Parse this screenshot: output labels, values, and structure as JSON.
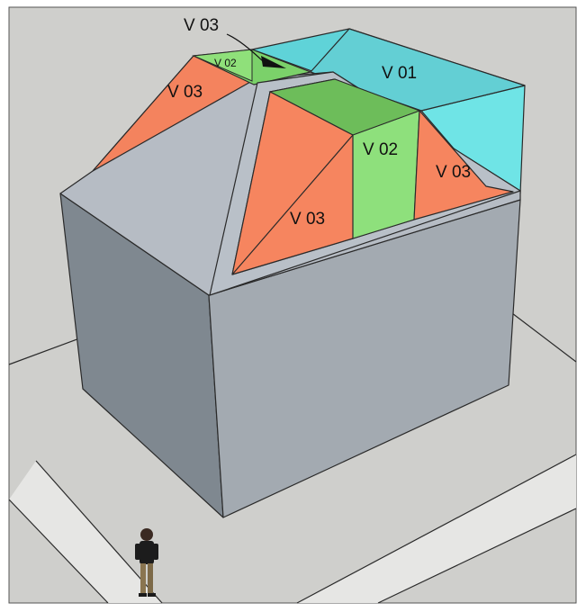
{
  "scene": {
    "colors": {
      "ground": "#cfcfcc",
      "sidewalk": "#e4e4e2",
      "wall_front": "#a3aab1",
      "wall_left": "#7f8890",
      "roof": "#b6bcc4",
      "volume_1": "#63dde0",
      "volume_2": "#7fd16b",
      "volume_3": "#f6855f"
    },
    "labels": {
      "v03_callout": "V 03",
      "v02_back": "V 02",
      "v01": "V 01",
      "v03_back_left": "V 03",
      "v02_front": "V 02",
      "v03_front_right": "V 03",
      "v03_front_left": "V 03"
    }
  }
}
